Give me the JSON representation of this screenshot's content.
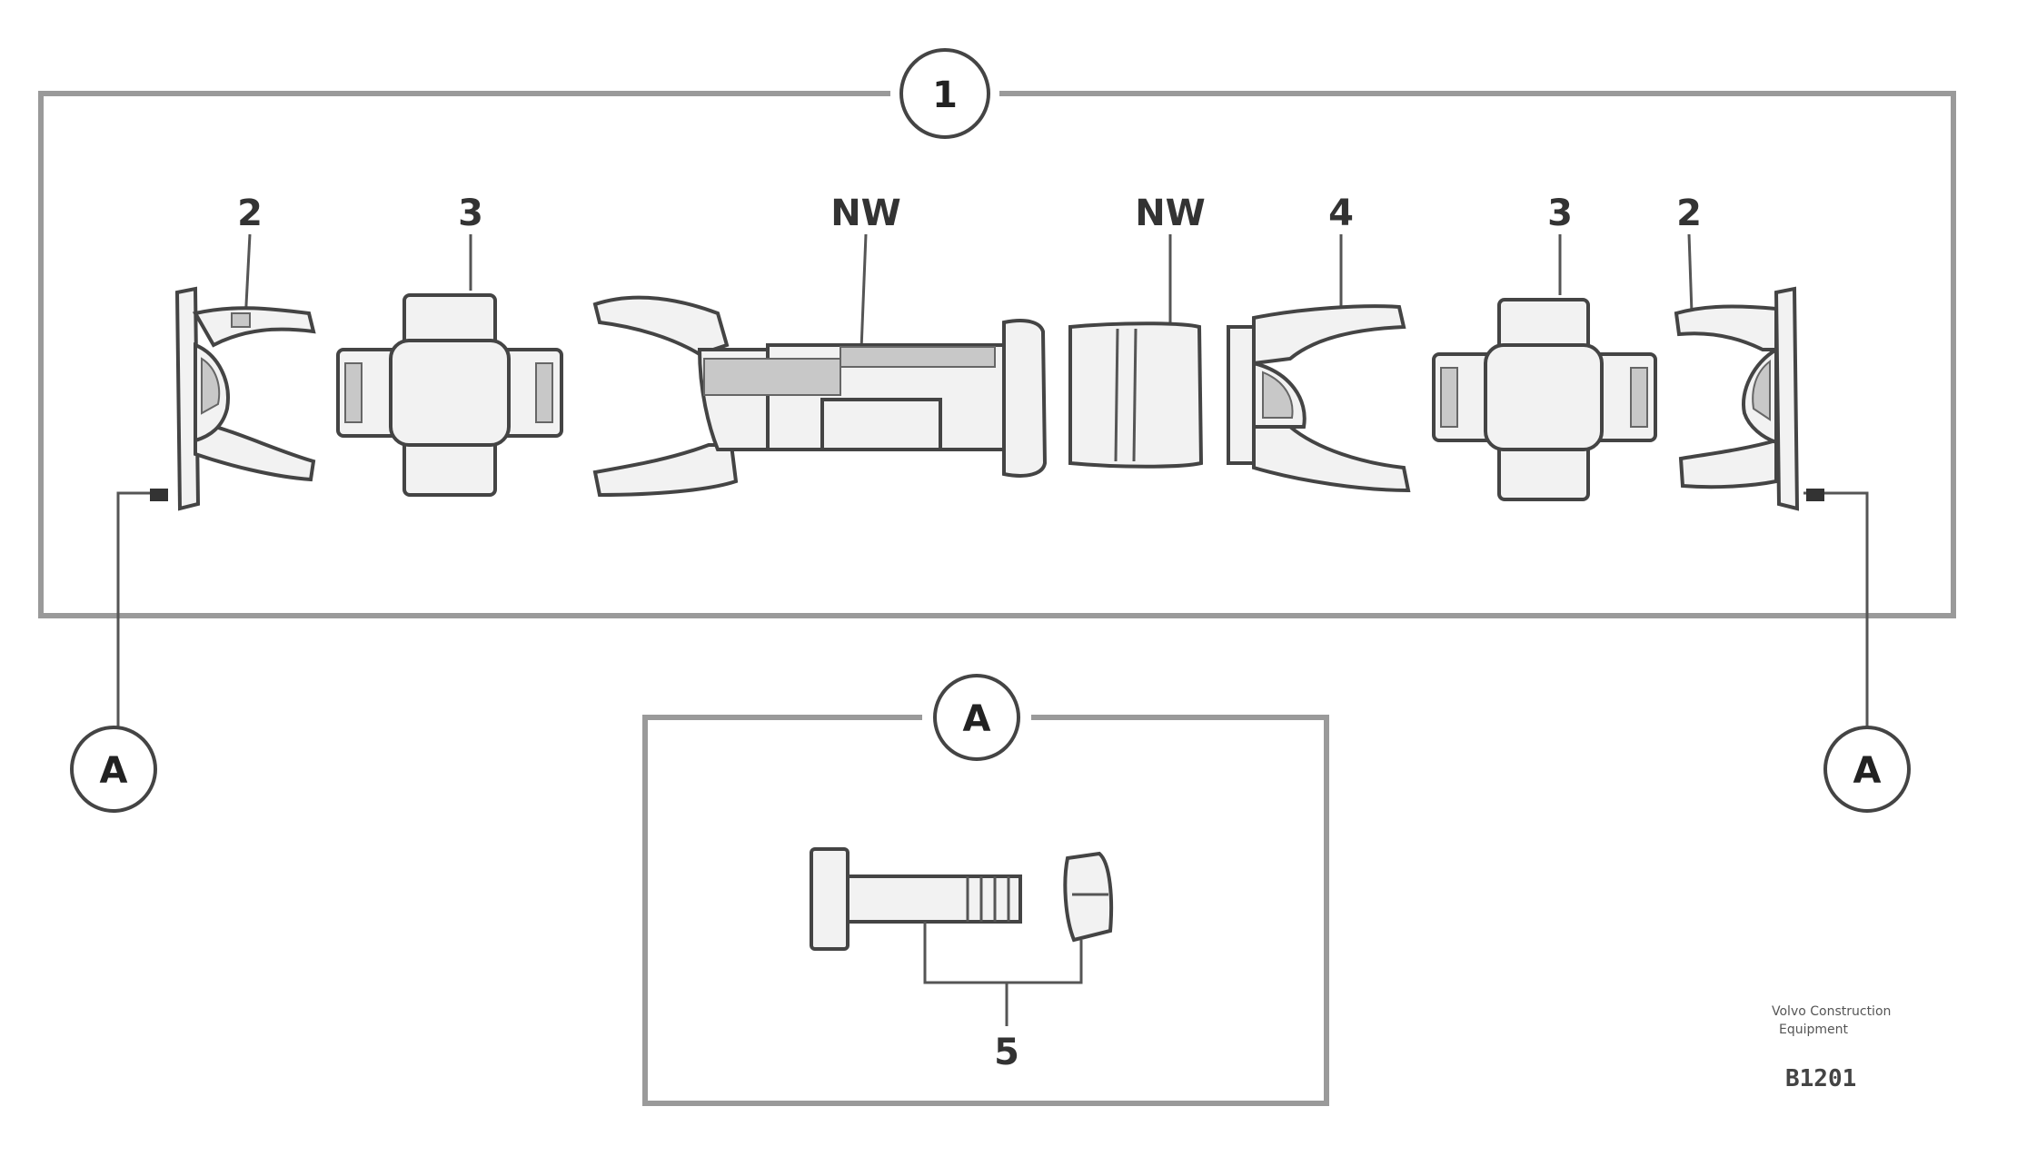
{
  "callouts": {
    "assembly": "1",
    "detail_a": "A"
  },
  "labels": {
    "yoke_left": "2",
    "cross_left": "3",
    "shaft_nw": "NW",
    "sleeve_nw": "NW",
    "yoke_mid": "4",
    "cross_right": "3",
    "yoke_right": "2",
    "bolt_set": "5"
  },
  "publisher": {
    "line1": "Volvo Construction",
    "line2": "Equipment"
  },
  "figure_code": "B1201",
  "colors": {
    "line": "#444444",
    "frame": "#9a9a9a",
    "background": "#ffffff"
  }
}
